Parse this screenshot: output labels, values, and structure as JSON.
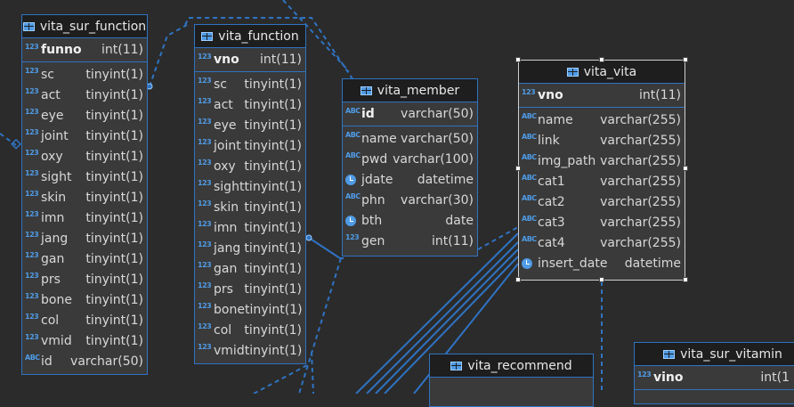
{
  "tables": [
    {
      "name": "vita_sur_function",
      "pk": {
        "icon": "123",
        "name": "funno",
        "type": "int(11)"
      },
      "columns": [
        {
          "icon": "123",
          "name": "sc",
          "type": "tinyint(1)"
        },
        {
          "icon": "123",
          "name": "act",
          "type": "tinyint(1)"
        },
        {
          "icon": "123",
          "name": "eye",
          "type": "tinyint(1)"
        },
        {
          "icon": "123",
          "name": "joint",
          "type": "tinyint(1)"
        },
        {
          "icon": "123",
          "name": "oxy",
          "type": "tinyint(1)"
        },
        {
          "icon": "123",
          "name": "sight",
          "type": "tinyint(1)"
        },
        {
          "icon": "123",
          "name": "skin",
          "type": "tinyint(1)"
        },
        {
          "icon": "123",
          "name": "imn",
          "type": "tinyint(1)"
        },
        {
          "icon": "123",
          "name": "jang",
          "type": "tinyint(1)"
        },
        {
          "icon": "123",
          "name": "gan",
          "type": "tinyint(1)"
        },
        {
          "icon": "123",
          "name": "prs",
          "type": "tinyint(1)"
        },
        {
          "icon": "123",
          "name": "bone",
          "type": "tinyint(1)"
        },
        {
          "icon": "123",
          "name": "col",
          "type": "tinyint(1)"
        },
        {
          "icon": "123",
          "name": "vmid",
          "type": "tinyint(1)"
        },
        {
          "icon": "ABC",
          "name": "id",
          "type": "varchar(50)"
        }
      ]
    },
    {
      "name": "vita_function",
      "pk": {
        "icon": "123",
        "name": "vno",
        "type": "int(11)"
      },
      "columns": [
        {
          "icon": "123",
          "name": "sc",
          "type": "tinyint(1)"
        },
        {
          "icon": "123",
          "name": "act",
          "type": "tinyint(1)"
        },
        {
          "icon": "123",
          "name": "eye",
          "type": "tinyint(1)"
        },
        {
          "icon": "123",
          "name": "joint",
          "type": "tinyint(1)"
        },
        {
          "icon": "123",
          "name": "oxy",
          "type": "tinyint(1)"
        },
        {
          "icon": "123",
          "name": "sight",
          "type": "tinyint(1)"
        },
        {
          "icon": "123",
          "name": "skin",
          "type": "tinyint(1)"
        },
        {
          "icon": "123",
          "name": "imn",
          "type": "tinyint(1)"
        },
        {
          "icon": "123",
          "name": "jang",
          "type": "tinyint(1)"
        },
        {
          "icon": "123",
          "name": "gan",
          "type": "tinyint(1)"
        },
        {
          "icon": "123",
          "name": "prs",
          "type": "tinyint(1)"
        },
        {
          "icon": "123",
          "name": "bone",
          "type": "tinyint(1)"
        },
        {
          "icon": "123",
          "name": "col",
          "type": "tinyint(1)"
        },
        {
          "icon": "123",
          "name": "vmid",
          "type": "tinyint(1)"
        }
      ]
    },
    {
      "name": "vita_member",
      "pk": {
        "icon": "ABC",
        "name": "id",
        "type": "varchar(50)"
      },
      "columns": [
        {
          "icon": "ABC",
          "name": "name",
          "type": "varchar(50)"
        },
        {
          "icon": "ABC",
          "name": "pwd",
          "type": "varchar(100)"
        },
        {
          "icon": "clock",
          "name": "jdate",
          "type": "datetime"
        },
        {
          "icon": "ABC",
          "name": "phn",
          "type": "varchar(30)"
        },
        {
          "icon": "clock",
          "name": "bth",
          "type": "date"
        },
        {
          "icon": "123",
          "name": "gen",
          "type": "int(11)"
        }
      ]
    },
    {
      "name": "vita_vita",
      "pk": {
        "icon": "123",
        "name": "vno",
        "type": "int(11)"
      },
      "columns": [
        {
          "icon": "ABC",
          "name": "name",
          "type": "varchar(255)"
        },
        {
          "icon": "ABC",
          "name": "link",
          "type": "varchar(255)"
        },
        {
          "icon": "ABC",
          "name": "img_path",
          "type": "varchar(255)"
        },
        {
          "icon": "ABC",
          "name": "cat1",
          "type": "varchar(255)"
        },
        {
          "icon": "ABC",
          "name": "cat2",
          "type": "varchar(255)"
        },
        {
          "icon": "ABC",
          "name": "cat3",
          "type": "varchar(255)"
        },
        {
          "icon": "ABC",
          "name": "cat4",
          "type": "varchar(255)"
        },
        {
          "icon": "clock",
          "name": "insert_date",
          "type": "datetime"
        }
      ]
    },
    {
      "name": "vita_recommend",
      "pk": {
        "icon": "",
        "name": "",
        "type": ""
      },
      "columns": []
    },
    {
      "name": "vita_sur_vitamin",
      "pk": {
        "icon": "123",
        "name": "vino",
        "type": "int(1"
      },
      "columns": []
    }
  ]
}
